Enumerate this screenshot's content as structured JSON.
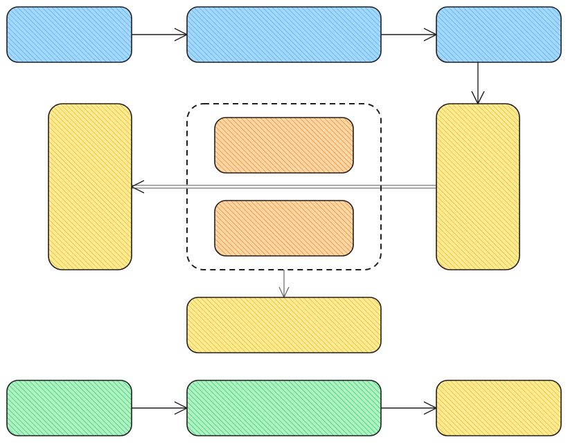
{
  "diagram": {
    "palette": {
      "blue": "#a5d8ff",
      "blue_hatch": "#4dabf7",
      "yellow": "#ffec99",
      "yellow_hatch": "#fab005",
      "orange": "#ffd8a8",
      "orange_hatch": "#fd7e14",
      "green": "#b2f2bb",
      "green_hatch": "#20c997",
      "stroke": "#1e1e1e"
    },
    "nodes": [
      {
        "id": "top-left",
        "color": "blue",
        "text": ""
      },
      {
        "id": "top-middle",
        "color": "blue",
        "text": ""
      },
      {
        "id": "top-right",
        "color": "blue",
        "text": ""
      },
      {
        "id": "left-tall",
        "color": "yellow",
        "text": ""
      },
      {
        "id": "inner-top",
        "color": "orange",
        "text": ""
      },
      {
        "id": "inner-bottom",
        "color": "orange",
        "text": ""
      },
      {
        "id": "right-tall",
        "color": "yellow",
        "text": ""
      },
      {
        "id": "center-bottom",
        "color": "yellow",
        "text": ""
      },
      {
        "id": "bottom-left",
        "color": "green",
        "text": ""
      },
      {
        "id": "bottom-middle",
        "color": "green",
        "text": ""
      },
      {
        "id": "bottom-right",
        "color": "yellow",
        "text": ""
      }
    ],
    "groups": [
      {
        "id": "inner-group",
        "style": "dashed",
        "contains": [
          "inner-top",
          "inner-bottom"
        ]
      }
    ],
    "edges": [
      {
        "from": "top-left",
        "to": "top-middle"
      },
      {
        "from": "top-middle",
        "to": "top-right"
      },
      {
        "from": "top-right",
        "to": "right-tall"
      },
      {
        "from": "right-tall",
        "to": "left-tall"
      },
      {
        "from": "inner-group",
        "to": "center-bottom"
      },
      {
        "from": "bottom-left",
        "to": "bottom-middle"
      },
      {
        "from": "bottom-middle",
        "to": "bottom-right"
      }
    ]
  }
}
